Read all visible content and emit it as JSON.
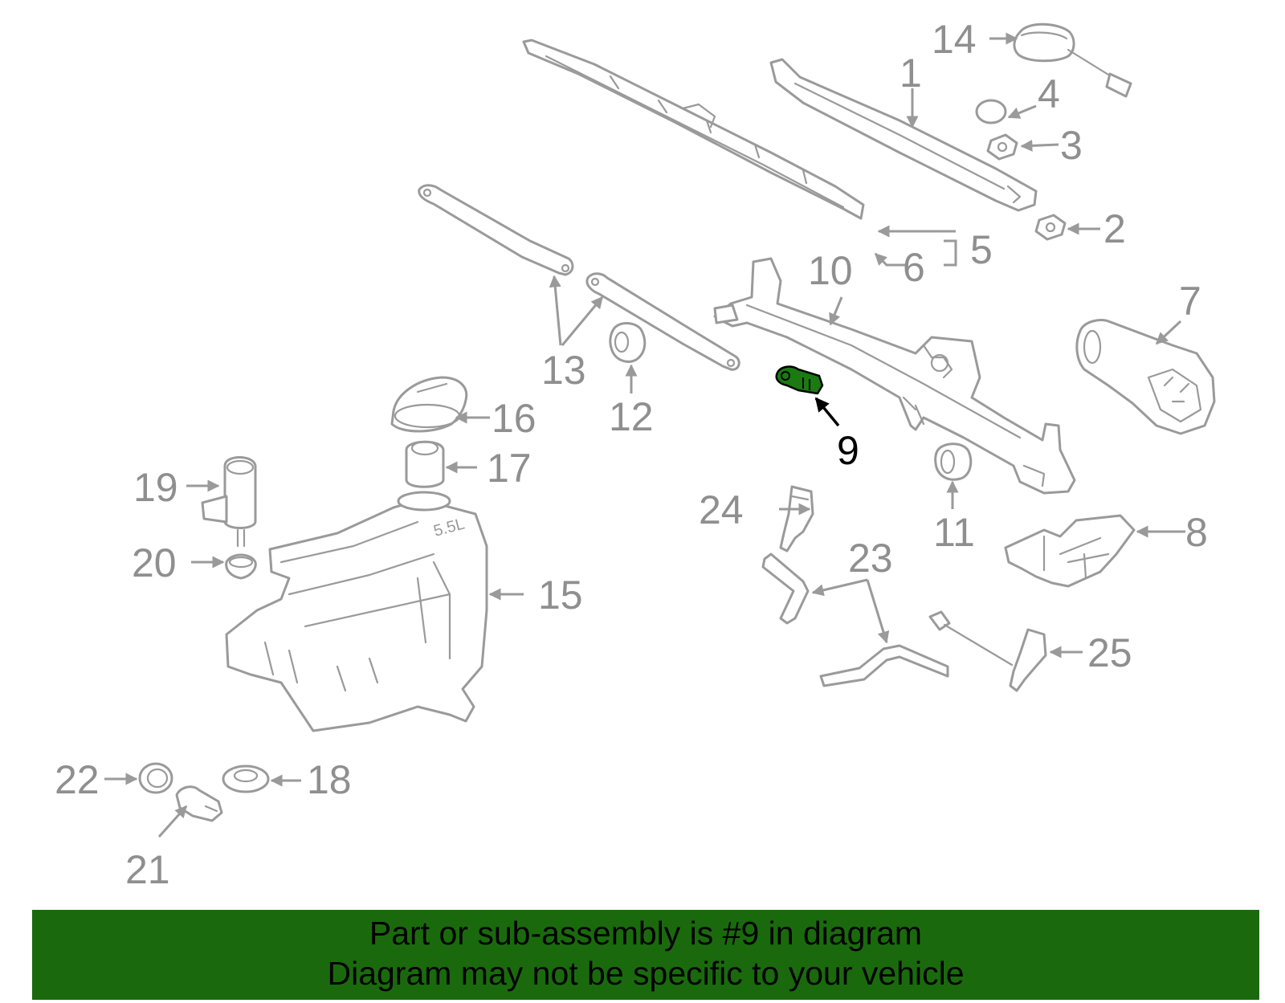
{
  "callouts": [
    "1",
    "2",
    "3",
    "4",
    "5",
    "6",
    "7",
    "8",
    "9",
    "10",
    "11",
    "12",
    "13",
    "14",
    "15",
    "16",
    "17",
    "18",
    "19",
    "20",
    "21",
    "22",
    "23",
    "24",
    "25"
  ],
  "tank_marking": "5.5L",
  "banner": {
    "line1": "Part or sub-assembly is #9 in diagram",
    "line2": "Diagram may not be specific to your vehicle"
  },
  "colors": {
    "banner": "#1a6a0d",
    "highlight_part": "#1b7a12",
    "line_art": "#9a9a9a"
  }
}
